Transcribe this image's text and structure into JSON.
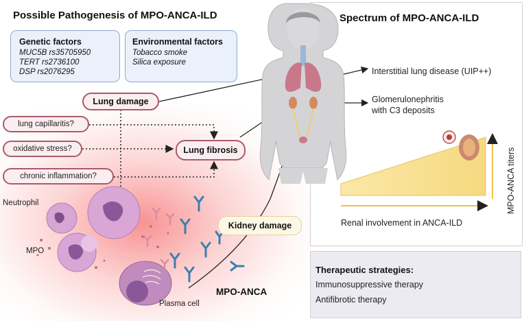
{
  "left": {
    "title": "Possible Pathogenesis of MPO-ANCA-ILD",
    "genetic": {
      "title": "Genetic factors",
      "items": [
        "MUC5B rs35705950",
        "TERT rs2736100",
        "DSP rs2076295"
      ]
    },
    "environmental": {
      "title": "Environmental factors",
      "items": [
        "Tobacco smoke",
        "Silica exposure"
      ]
    },
    "lung_damage": "Lung damage",
    "lung_fibrosis": "Lung fibrosis",
    "kidney_damage": "Kidney damage",
    "mechanisms": [
      "lung capillaritis?",
      "oxidative stress?",
      "chronic inflammation?"
    ],
    "cells": {
      "neutrophil": "Neutrophil",
      "mpo": "MPO",
      "plasma_cell": "Plasma cell",
      "mpo_anca": "MPO-ANCA"
    }
  },
  "right": {
    "title": "Spectrum of MPO-ANCA-ILD",
    "ild": "Interstitial lung disease (UIP++)",
    "gn_line1": "Glomerulonephritis",
    "gn_line2": "with C3 deposits",
    "x_axis": "Renal involvement in ANCA-ILD",
    "y_axis": "MPO-ANCA titers"
  },
  "therapy": {
    "title": "Therapeutic strategies:",
    "items": [
      "Immunosuppressive therapy",
      "Antifibrotic therapy"
    ]
  },
  "colors": {
    "factor_box": "#eaf1fb",
    "pill_border": "#a85a6e",
    "kidney_box": "#fdf8e6",
    "wedge": "#f8e29a",
    "antibody": "#3a7fae",
    "cell": "#c99ac9"
  }
}
